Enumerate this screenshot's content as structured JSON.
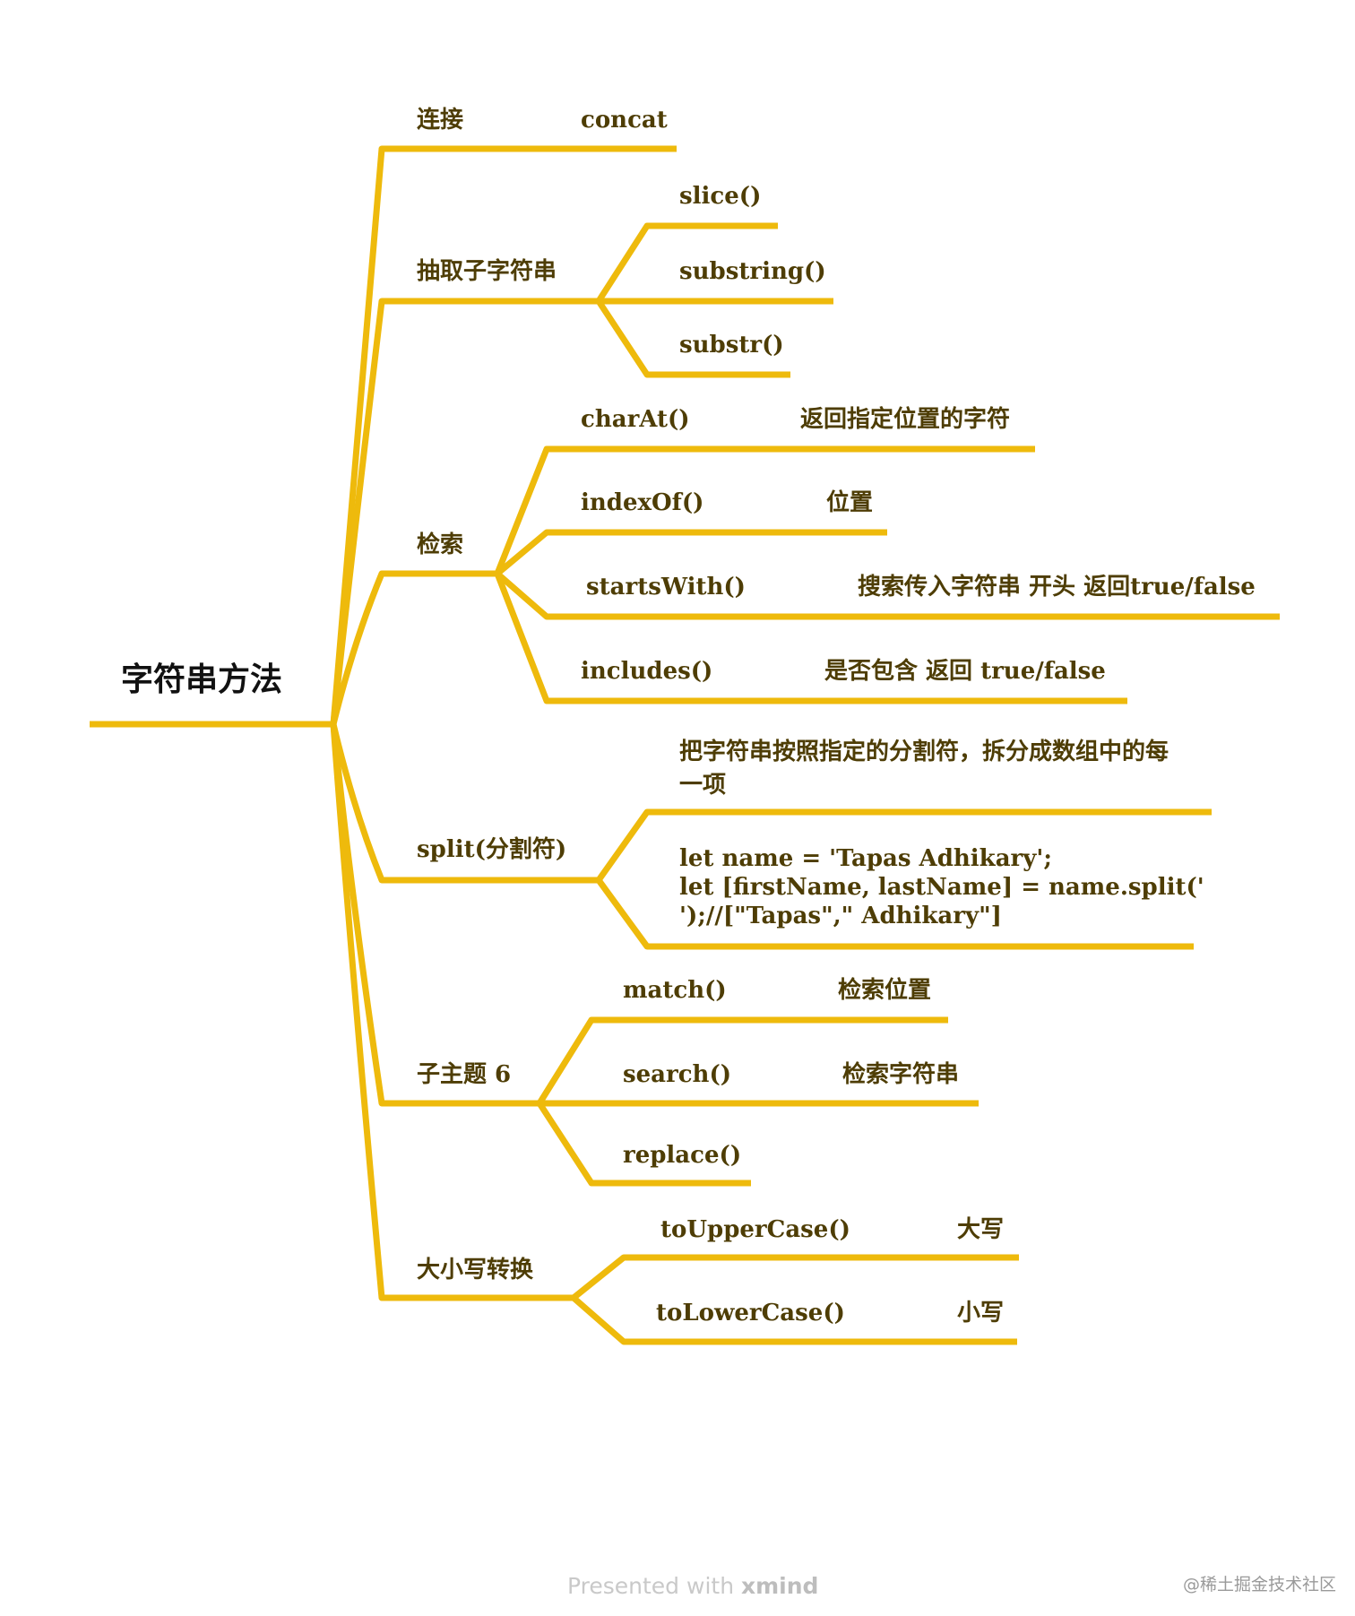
{
  "root": "字符串方法",
  "topics": [
    {
      "label": "连接",
      "children": [
        {
          "text": "concat"
        }
      ]
    },
    {
      "label": "抽取子字符串",
      "children": [
        {
          "text": "slice()"
        },
        {
          "text": "substring()"
        },
        {
          "text": "substr()"
        }
      ]
    },
    {
      "label": "检索",
      "children": [
        {
          "text": "charAt()",
          "note": "返回指定位置的字符"
        },
        {
          "text": "indexOf()",
          "note": "位置"
        },
        {
          "text": "startsWith()",
          "note": "搜索传入字符串 开头 返回true/false"
        },
        {
          "text": "includes()",
          "note": "是否包含  返回 true/false"
        }
      ]
    },
    {
      "label": "split(分割符)",
      "children": [
        {
          "lines": [
            "把字符串按照指定的分割符，拆分成数组中的每",
            "一项"
          ]
        },
        {
          "lines": [
            "let name = 'Tapas Adhikary';",
            "let [firstName, lastName] = name.split('",
            "');//[\"Tapas\",\" Adhikary\"]"
          ]
        }
      ]
    },
    {
      "label": "子主题 6",
      "children": [
        {
          "text": "match()",
          "note": "检索位置"
        },
        {
          "text": "search()",
          "note": "检索字符串"
        },
        {
          "text": "replace()"
        }
      ]
    },
    {
      "label": "大小写转换",
      "children": [
        {
          "text": "toUpperCase()",
          "note": "大写"
        },
        {
          "text": "toLowerCase()",
          "note": "小写"
        }
      ]
    }
  ],
  "footer": {
    "presented": "Presented with ",
    "brand": "xmind"
  },
  "watermark": "@稀土掘金技术社区",
  "colors": {
    "branch": "#eeba0c",
    "node_text": "#4e3d05",
    "root_text": "#111111"
  }
}
